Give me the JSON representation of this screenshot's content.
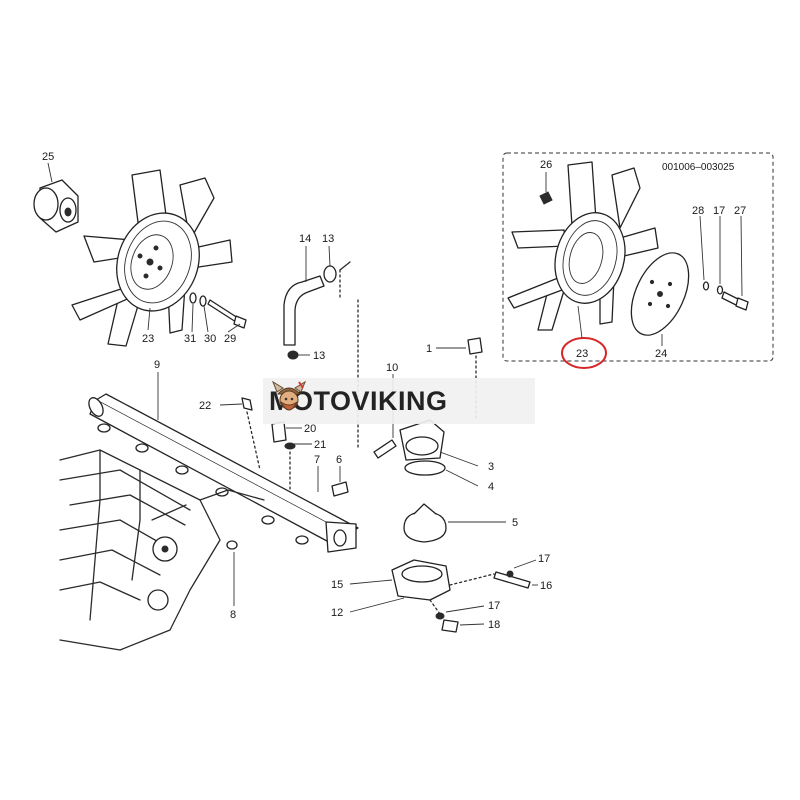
{
  "diagram": {
    "range_label": "001006–003025",
    "highlight_color": "#d62828",
    "labels": [
      {
        "id": "25",
        "text": "25"
      },
      {
        "id": "23a",
        "text": "23"
      },
      {
        "id": "31",
        "text": "31"
      },
      {
        "id": "30",
        "text": "30"
      },
      {
        "id": "29",
        "text": "29"
      },
      {
        "id": "14",
        "text": "14"
      },
      {
        "id": "13a",
        "text": "13"
      },
      {
        "id": "13b",
        "text": "13"
      },
      {
        "id": "26",
        "text": "26"
      },
      {
        "id": "28",
        "text": "28"
      },
      {
        "id": "17a",
        "text": "17"
      },
      {
        "id": "27",
        "text": "27"
      },
      {
        "id": "23b",
        "text": "23"
      },
      {
        "id": "24",
        "text": "24"
      },
      {
        "id": "9",
        "text": "9"
      },
      {
        "id": "22",
        "text": "22"
      },
      {
        "id": "10",
        "text": "10"
      },
      {
        "id": "1",
        "text": "1"
      },
      {
        "id": "20",
        "text": "20"
      },
      {
        "id": "21",
        "text": "21"
      },
      {
        "id": "7",
        "text": "7"
      },
      {
        "id": "6",
        "text": "6"
      },
      {
        "id": "3",
        "text": "3"
      },
      {
        "id": "4",
        "text": "4"
      },
      {
        "id": "5",
        "text": "5"
      },
      {
        "id": "17b",
        "text": "17"
      },
      {
        "id": "16",
        "text": "16"
      },
      {
        "id": "15",
        "text": "15"
      },
      {
        "id": "12",
        "text": "12"
      },
      {
        "id": "17c",
        "text": "17"
      },
      {
        "id": "18",
        "text": "18"
      },
      {
        "id": "8",
        "text": "8"
      }
    ]
  },
  "watermark": {
    "text": "MOTOVIKING"
  }
}
